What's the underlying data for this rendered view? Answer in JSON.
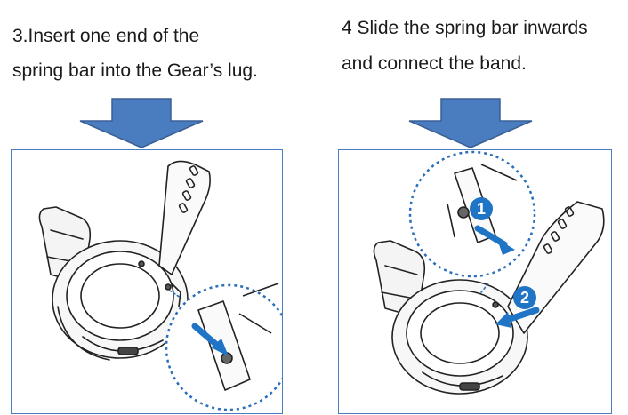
{
  "steps": [
    {
      "caption_line1": "3.Insert one end of the",
      "caption_line2": "spring bar into the Gear’s lug.",
      "illustration_icon": "watch-spring-bar-insert-illustration"
    },
    {
      "caption_line1": "4 Slide the spring bar inwards",
      "caption_line2": "and connect the band.",
      "illustration_icon": "watch-band-connect-illustration",
      "markers": [
        "1",
        "2"
      ]
    }
  ],
  "colors": {
    "arrow_fill": "#4a7cc0",
    "arrow_stroke": "#3a5f95",
    "panel_border": "#4a7cc0",
    "detail_circle": "#2a6fb8",
    "marker_fill": "#1f74c6"
  }
}
